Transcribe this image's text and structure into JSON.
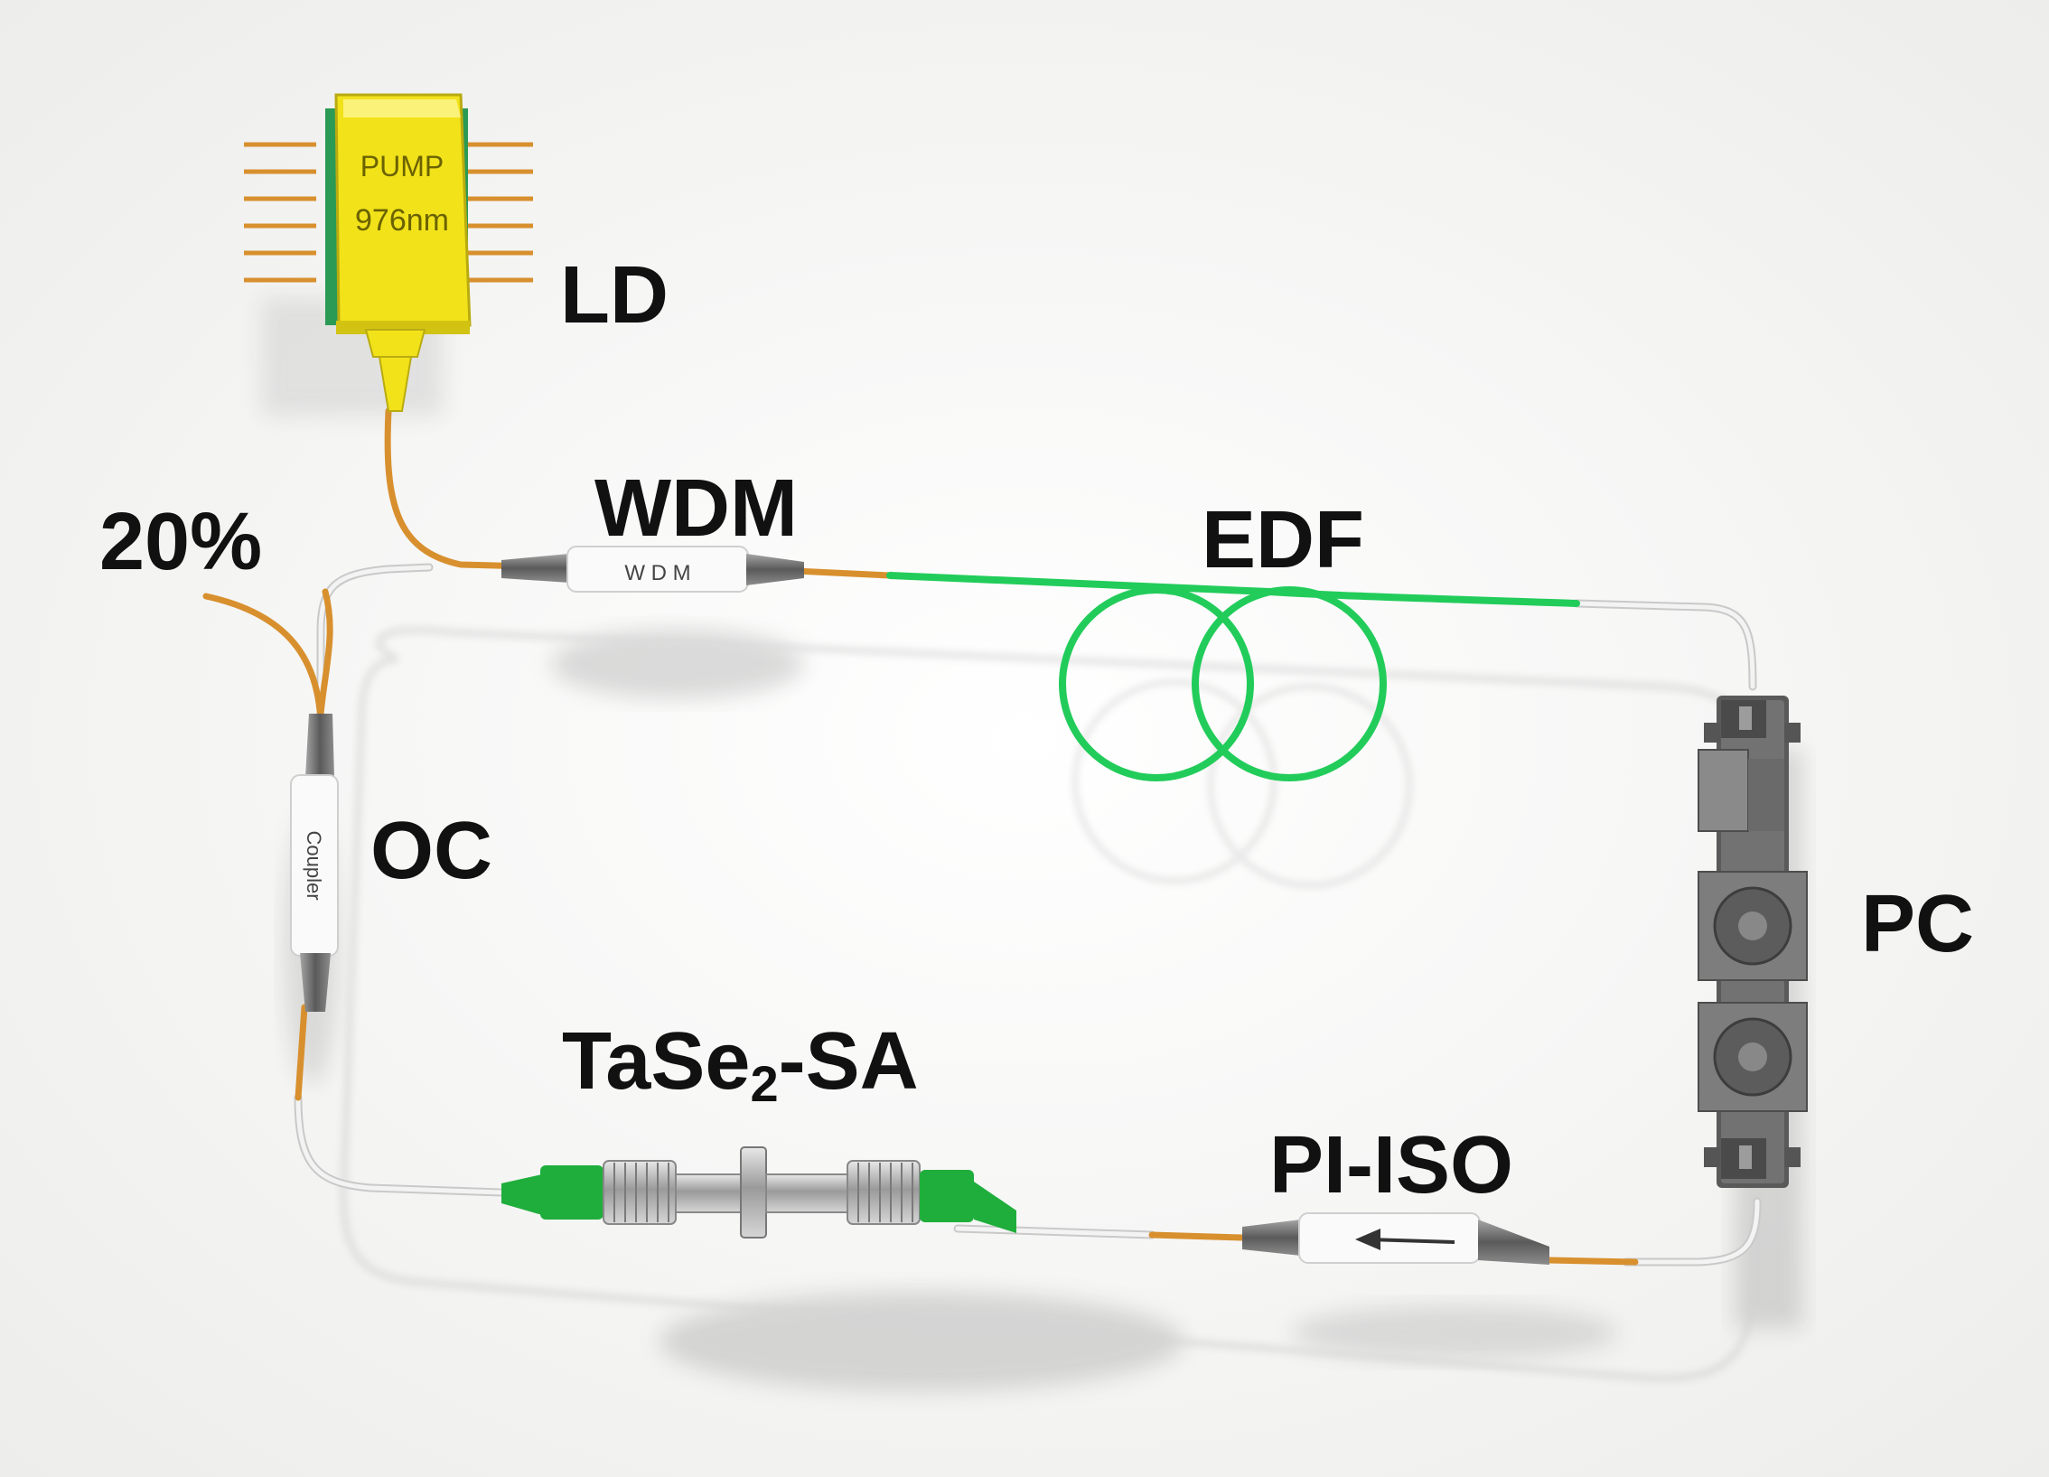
{
  "labels": {
    "ld": "LD",
    "wdm": "WDM",
    "edf": "EDF",
    "percent": "20%",
    "oc": "OC",
    "pc": "PC",
    "sa_prefix": "TaSe",
    "sa_sub": "2",
    "sa_suffix": "-SA",
    "iso": "PI-ISO"
  },
  "device_text": {
    "pump_line1": "PUMP",
    "pump_line2": "976nm",
    "wdm_body": "W D M",
    "coupler_body": "Coupler"
  },
  "colors": {
    "background": "#f7f7f5",
    "fiber_plain": "#e6e6e6",
    "fiber_orange": "#d8902e",
    "fiber_edf": "#22cc5a",
    "pump_yellow": "#f2e21a",
    "connector_green": "#1fae3c",
    "component_gray": "#6f6f6f"
  }
}
